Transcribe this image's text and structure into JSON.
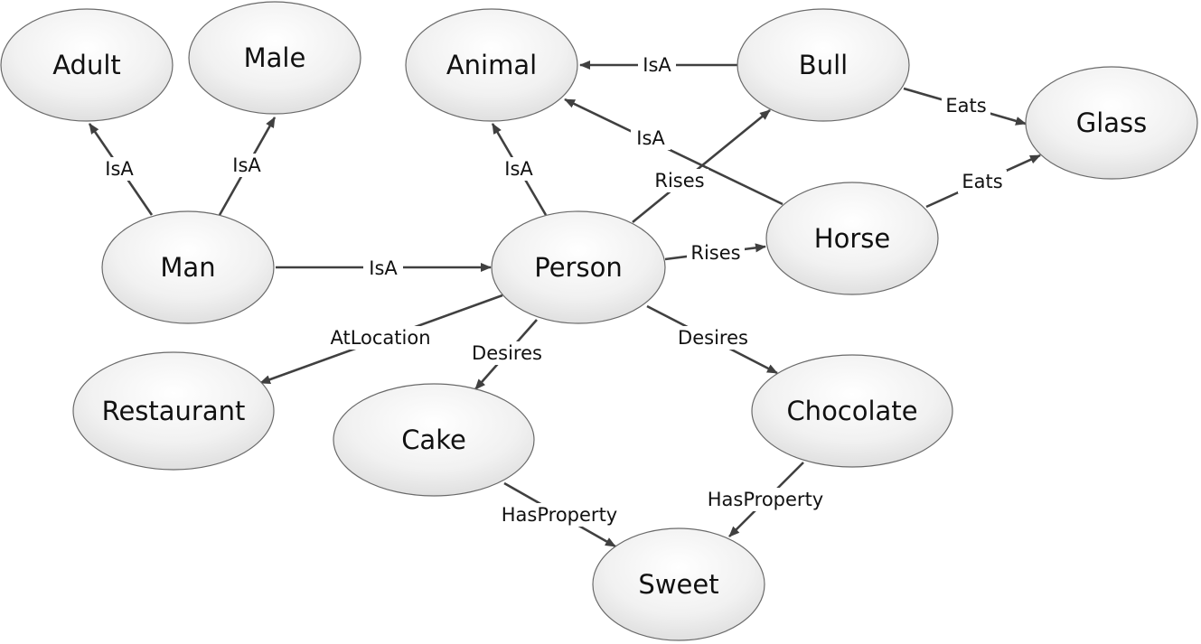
{
  "nodes": {
    "adult": "Adult",
    "male": "Male",
    "animal": "Animal",
    "bull": "Bull",
    "glass": "Glass",
    "man": "Man",
    "person": "Person",
    "horse": "Horse",
    "restaurant": "Restaurant",
    "cake": "Cake",
    "chocolate": "Chocolate",
    "sweet": "Sweet"
  },
  "edges": {
    "man_adult": "IsA",
    "man_male": "IsA",
    "man_person": "IsA",
    "person_animal": "IsA",
    "bull_animal": "IsA",
    "horse_animal": "IsA",
    "bull_glass": "Eats",
    "horse_glass": "Eats",
    "person_bull": "Rises",
    "person_horse": "Rises",
    "person_restaurant": "AtLocation",
    "person_cake": "Desires",
    "person_chocolate": "Desires",
    "cake_sweet": "HasProperty",
    "chocolate_sweet": "HasProperty"
  }
}
